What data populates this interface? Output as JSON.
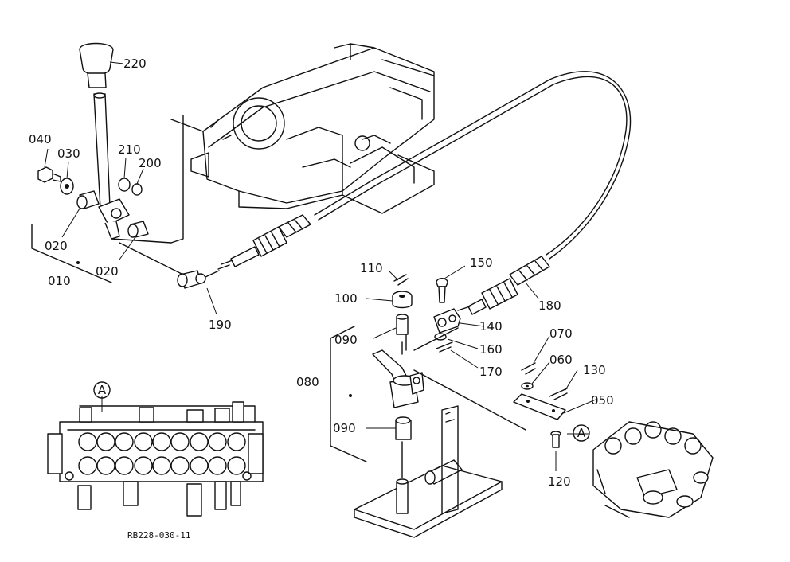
{
  "labels": {
    "p220": "220",
    "p040": "040",
    "p030": "030",
    "p210": "210",
    "p200": "200",
    "p020a": "020",
    "p020b": "020",
    "p010": "010",
    "p190": "190",
    "p110": "110",
    "p150": "150",
    "p100": "100",
    "p140": "140",
    "p090a": "090",
    "p160": "160",
    "p170": "170",
    "p080": "080",
    "p180": "180",
    "p070": "070",
    "p060": "060",
    "p130": "130",
    "p050": "050",
    "p090b": "090",
    "p120": "120",
    "refA1": "A",
    "refA2": "A"
  },
  "caption": "RB228-030-11"
}
